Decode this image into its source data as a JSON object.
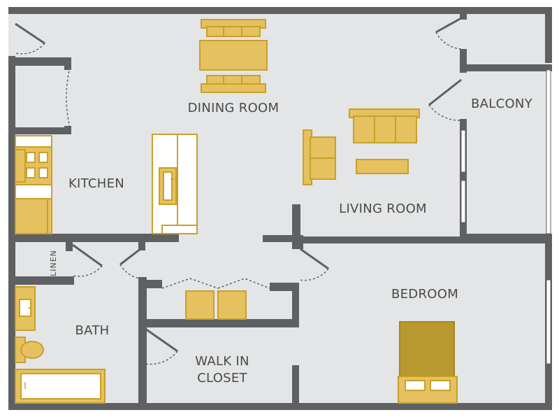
{
  "rooms": {
    "dining": "DINING ROOM",
    "kitchen": "KITCHEN",
    "living": "LIVING ROOM",
    "balcony": "BALCONY",
    "bedroom": "BEDROOM",
    "bath": "BATH",
    "closet_line1": "WALK IN",
    "closet_line2": "CLOSET",
    "linen": "LINEN"
  },
  "colors": {
    "wall": "#5e6063",
    "floor": "#e3e5e6",
    "furniture": "#e6c15f",
    "bed": "#b8982f"
  }
}
